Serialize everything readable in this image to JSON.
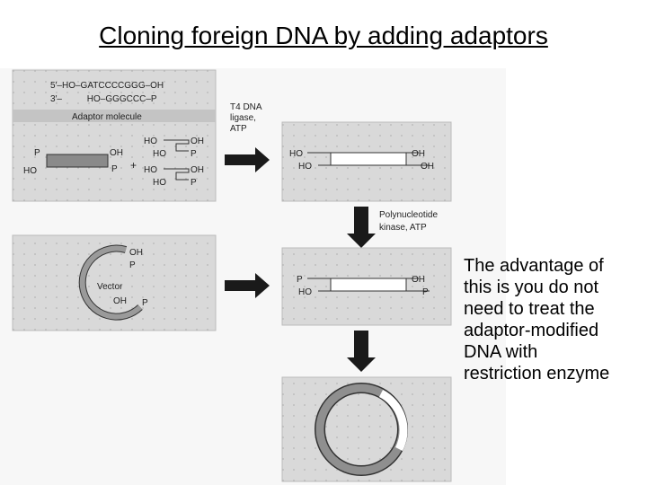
{
  "title": "Cloning foreign DNA by adding adaptors",
  "sequence": {
    "strand1": "5′–HO–GATCCCCGGG–OH",
    "strand2": "3′–          HO–GGGCCC–P"
  },
  "labels": {
    "adaptor_molecule": "Adaptor molecule",
    "enzyme1_line1": "T4 DNA",
    "enzyme1_line2": "ligase,",
    "enzyme1_line3": "ATP",
    "enzyme2_line1": "Polynucleotide",
    "enzyme2_line2": "kinase, ATP",
    "vector": "Vector",
    "P": "P",
    "HO": "HO",
    "OH": "OH",
    "plus": "+"
  },
  "note_lines": [
    "The advantage of",
    "this is you do not",
    "need to treat the",
    "adaptor-modified",
    "DNA with",
    "restriction enzyme"
  ]
}
